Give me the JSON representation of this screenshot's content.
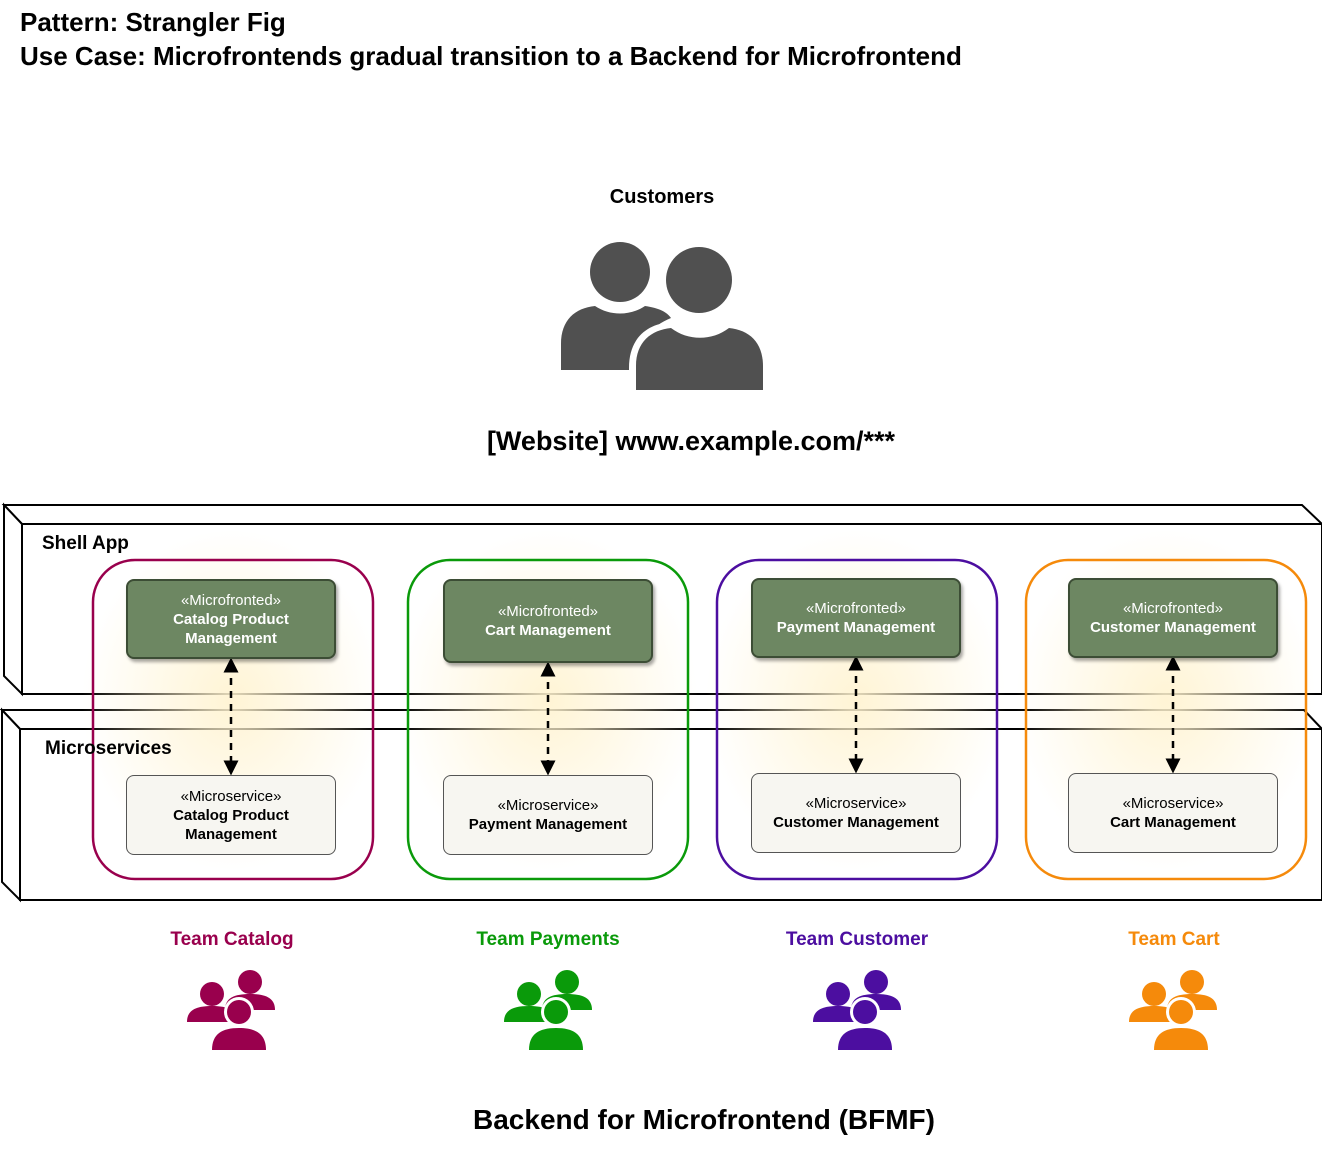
{
  "header": {
    "pattern": "Pattern: Strangler Fig",
    "use_case": "Use Case: Microfrontends gradual transition to a Backend for Microfrontend"
  },
  "customers": {
    "label": "Customers",
    "icon": "users-icon"
  },
  "website_label": "[Website] www.example.com/***",
  "layers": {
    "shell": "Shell App",
    "microservices": "Microservices"
  },
  "teams": [
    {
      "name": "Team Catalog",
      "color": "#99004d",
      "microfrontend": {
        "stereotype": "«Microfronted»",
        "name": "Catalog Product Management"
      },
      "microservice": {
        "stereotype": "«Microservice»",
        "name": "Catalog Product Management"
      }
    },
    {
      "name": "Team Payments",
      "color": "#0a9a0a",
      "microfrontend": {
        "stereotype": "«Microfronted»",
        "name": "Cart Management"
      },
      "microservice": {
        "stereotype": "«Microservice»",
        "name": "Payment Management"
      }
    },
    {
      "name": "Team Customer",
      "color": "#4c0ea0",
      "microfrontend": {
        "stereotype": "«Microfronted»",
        "name": "Payment Management"
      },
      "microservice": {
        "stereotype": "«Microservice»",
        "name": "Customer Management"
      }
    },
    {
      "name": "Team Cart",
      "color": "#f58a0b",
      "microfrontend": {
        "stereotype": "«Microfronted»",
        "name": "Customer Management"
      },
      "microservice": {
        "stereotype": "«Microservice»",
        "name": "Cart Management"
      }
    }
  ],
  "footer": "Backend for Microfrontend (BFMF)"
}
